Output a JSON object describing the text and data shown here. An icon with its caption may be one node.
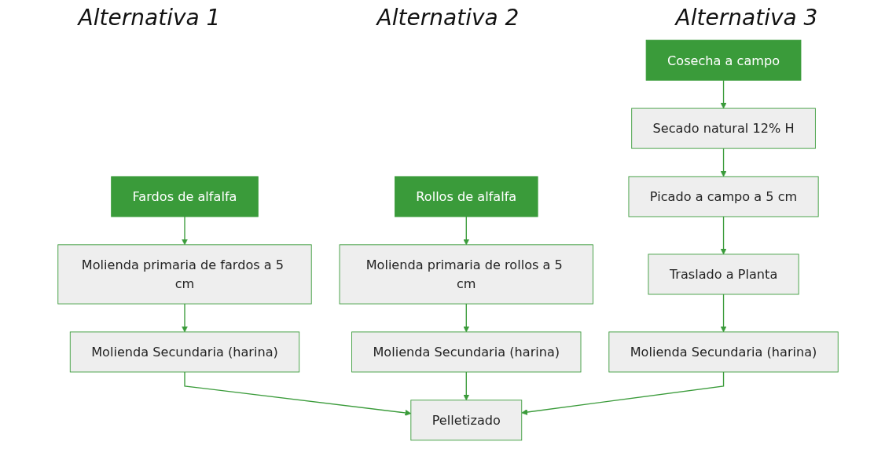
{
  "diagram": {
    "nodes": [
      {
        "text": [
          "Fardos de alfalfa"
        ]
      },
      {
        "text": [
          "Rollos de alfalfa"
        ]
      },
      {
        "text": [
          "Cosecha a campo"
        ]
      },
      {
        "text": [
          "Molienda primaria de fardos a 5 cm"
        ]
      },
      {
        "text": [
          "Molienda primaria de rollos a 5 cm"
        ]
      },
      {
        "text": [
          "Secado natural 12% H"
        ]
      },
      {
        "text": [
          "Picado a campo a 5 cm"
        ]
      },
      {
        "text": [
          "Traslado a Planta"
        ]
      },
      {
        "text": [
          "Molienda Secundaria (harina)"
        ]
      },
      {
        "text": [
          "Molienda Secundaria (harina)"
        ]
      },
      {
        "text": [
          "Molienda Secundaria (harina)"
        ]
      },
      {
        "text": [
          "Pelletizado"
        ]
      }
    ],
    "edges": [
      {
        "from": 0,
        "to": 3,
        "arrow": "to"
      },
      {
        "from": 1,
        "to": 4,
        "arrow": "to"
      },
      {
        "from": 2,
        "to": 5,
        "arrow": "to"
      },
      {
        "from": 5,
        "to": 6,
        "arrow": "to"
      },
      {
        "from": 6,
        "to": 7,
        "arrow": "to"
      },
      {
        "from": 3,
        "to": 8,
        "arrow": "to"
      },
      {
        "from": 4,
        "to": 9,
        "arrow": "to"
      },
      {
        "from": 7,
        "to": 10,
        "arrow": "to"
      },
      {
        "from": 8,
        "to": 11,
        "arrow": "to"
      },
      {
        "from": 9,
        "to": 11,
        "arrow": "to"
      },
      {
        "from": 10,
        "to": 11,
        "arrow": "to"
      }
    ],
    "labels": [
      "Alternativa 1",
      "Alternativa 2",
      "Alternativa 3"
    ]
  }
}
